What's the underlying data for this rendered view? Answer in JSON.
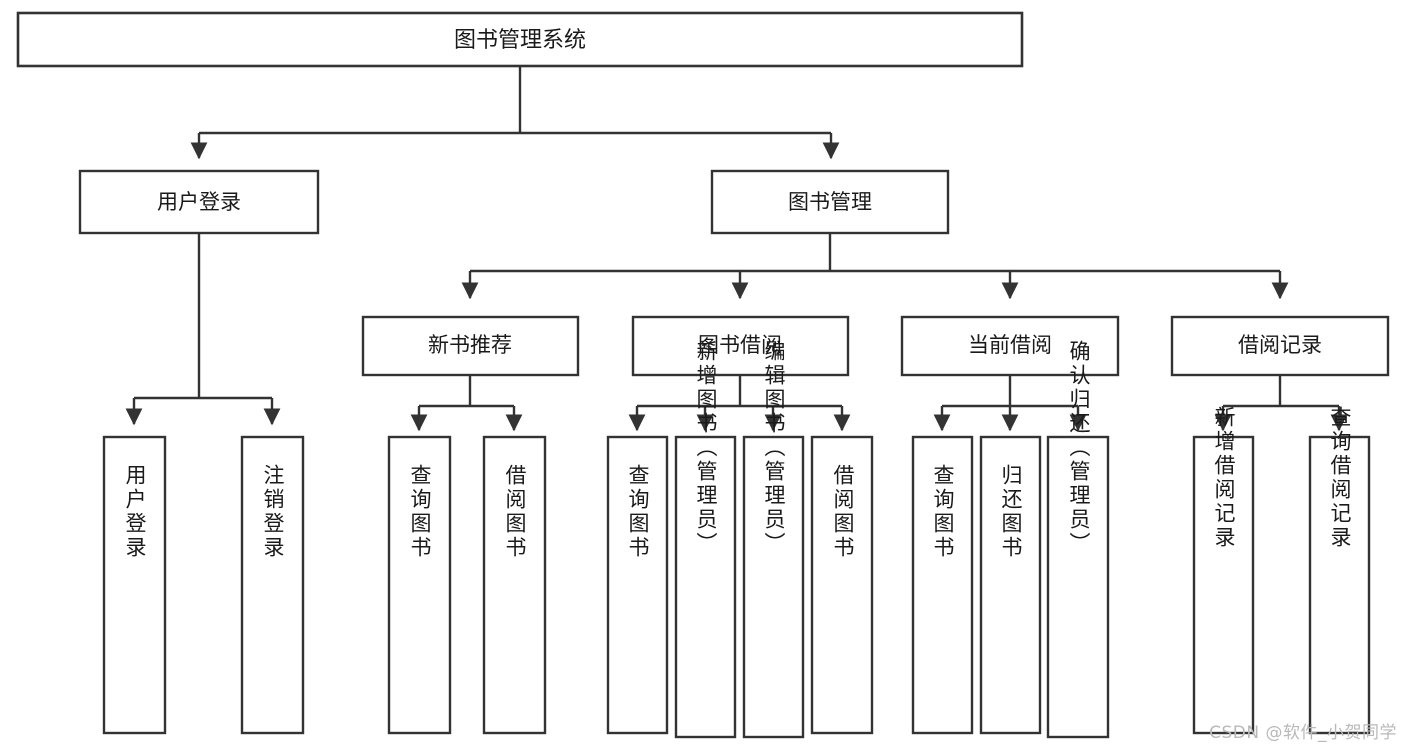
{
  "diagram": {
    "title": "图书管理系统",
    "type": "tree",
    "colors": {
      "box_stroke": "#333333",
      "box_fill": "#ffffff",
      "text": "#1a1a1a",
      "background": "#ffffff",
      "watermark": "#b9b9b9"
    },
    "root": {
      "label": "图书管理系统"
    },
    "level2": [
      {
        "label": "用户登录"
      },
      {
        "label": "图书管理"
      }
    ],
    "level3": [
      {
        "label": "新书推荐"
      },
      {
        "label": "图书借阅"
      },
      {
        "label": "当前借阅"
      },
      {
        "label": "借阅记录"
      }
    ],
    "leaves": {
      "user_login": [
        {
          "label": "用户登录"
        },
        {
          "label": "注销登录"
        }
      ],
      "new_book_recommend": [
        {
          "label": "查询图书"
        },
        {
          "label": "借阅图书"
        }
      ],
      "book_borrow": [
        {
          "label": "查询图书"
        },
        {
          "label": "新增图书（管理员）"
        },
        {
          "label": "编辑图书（管理员）"
        },
        {
          "label": "借阅图书"
        }
      ],
      "current_borrow": [
        {
          "label": "查询图书"
        },
        {
          "label": "归还图书"
        },
        {
          "label": "确认归还（管理员）"
        }
      ],
      "borrow_record": [
        {
          "label": "新增借阅记录"
        },
        {
          "label": "查询借阅记录"
        }
      ]
    }
  },
  "watermark": {
    "text": "CSDN @软件_小贺同学"
  }
}
